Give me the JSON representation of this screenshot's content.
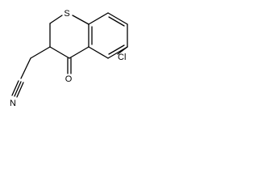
{
  "molecule": {
    "atoms": {
      "sulfur": "S",
      "chlorine": "Cl",
      "oxygen": "O",
      "nitrogen": "N"
    }
  },
  "colors": {
    "background": "#ffffff",
    "bond": "#000000",
    "label": "#000000"
  }
}
